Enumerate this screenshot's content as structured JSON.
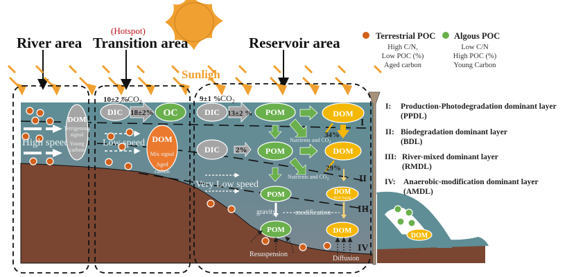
{
  "headers": {
    "river": "River area",
    "transition": "Transition area",
    "hotspot": "(Hotspot)",
    "reservoir": "Reservoir area",
    "sunlight": "Sunligh",
    "sunlight_wrap": "t"
  },
  "legend": {
    "terrestrial": {
      "title": "Terrestrial POC",
      "lines": [
        "High C/N,",
        "Low POC (%)",
        "Aged carbon"
      ],
      "color": "#d2601a"
    },
    "algous": {
      "title": "Algous POC",
      "lines": [
        "Low C/N",
        "High POC (%)",
        "Young Carbon"
      ],
      "color": "#6ab04c"
    }
  },
  "river": {
    "dom_title": "DOM",
    "dom_lines": [
      "Terrigenous",
      "signal",
      "Young",
      "carbon"
    ],
    "speed": "High speed"
  },
  "transition": {
    "co2_pct": "10±2 %",
    "co2": "CO",
    "co2_sub": "2",
    "dic": "DIC",
    "dic_to_oc": "18±2%",
    "oc": "OC",
    "speed": "Low speed",
    "dom_title": "DOM",
    "dom_line1": "Mix signal",
    "dom_line2": "Aged",
    "dom_line3": "carbon"
  },
  "reservoir": {
    "co2_pct": "9±1 %",
    "co2": "CO",
    "co2_sub": "2",
    "dic1": "DIC",
    "dic1_to_pom": "13±2 %",
    "pom1": "POM",
    "dom1": "DOM",
    "pct1": "34%",
    "nutrients1": "Nutrients and CO",
    "nutrients1_sub": "2",
    "dic2": "DIC",
    "dic2_to_pom": "2%",
    "pom2": "POM",
    "dom2": "DOM",
    "pct2": "29%",
    "nutrients2": "Nutrients and CO",
    "nutrients2_sub": "2",
    "speed": "Very Low speed",
    "pom3": "POM",
    "dom3": "DOM",
    "dom3_sub": "River Signal",
    "gravity": "gravity",
    "modification": "modification",
    "pom4": "POM",
    "dom4": "DOM",
    "resuspension": "Resuspension",
    "diffusion": "Diffusion"
  },
  "downstream": {
    "dom": "DOM"
  },
  "layers": {
    "roman": [
      "I",
      "II",
      "III",
      "IV"
    ],
    "items": [
      {
        "num": "I:",
        "name": "Production-Photodegradation dominant layer",
        "abbr": "(PPDL)"
      },
      {
        "num": "II:",
        "name": "Biodegradation dominant layer",
        "abbr": "(BDL)"
      },
      {
        "num": "III:",
        "name": "River-mixed dominant layer",
        "abbr": "(RMDL)"
      },
      {
        "num": "IV:",
        "name": "Anaerobic-modification dominant layer",
        "abbr": "(AMDL)"
      }
    ]
  },
  "colors": {
    "water": "#5f8e96",
    "sediment": "#7a4632",
    "sun": "#f0a030",
    "terrestrial": "#d2601a",
    "algae": "#6ab04c",
    "dom_yellow": "#f5b800",
    "dom_orange": "#ec7a2e",
    "dic_grey": "#a5a5a5",
    "dam": "#a8927a"
  }
}
